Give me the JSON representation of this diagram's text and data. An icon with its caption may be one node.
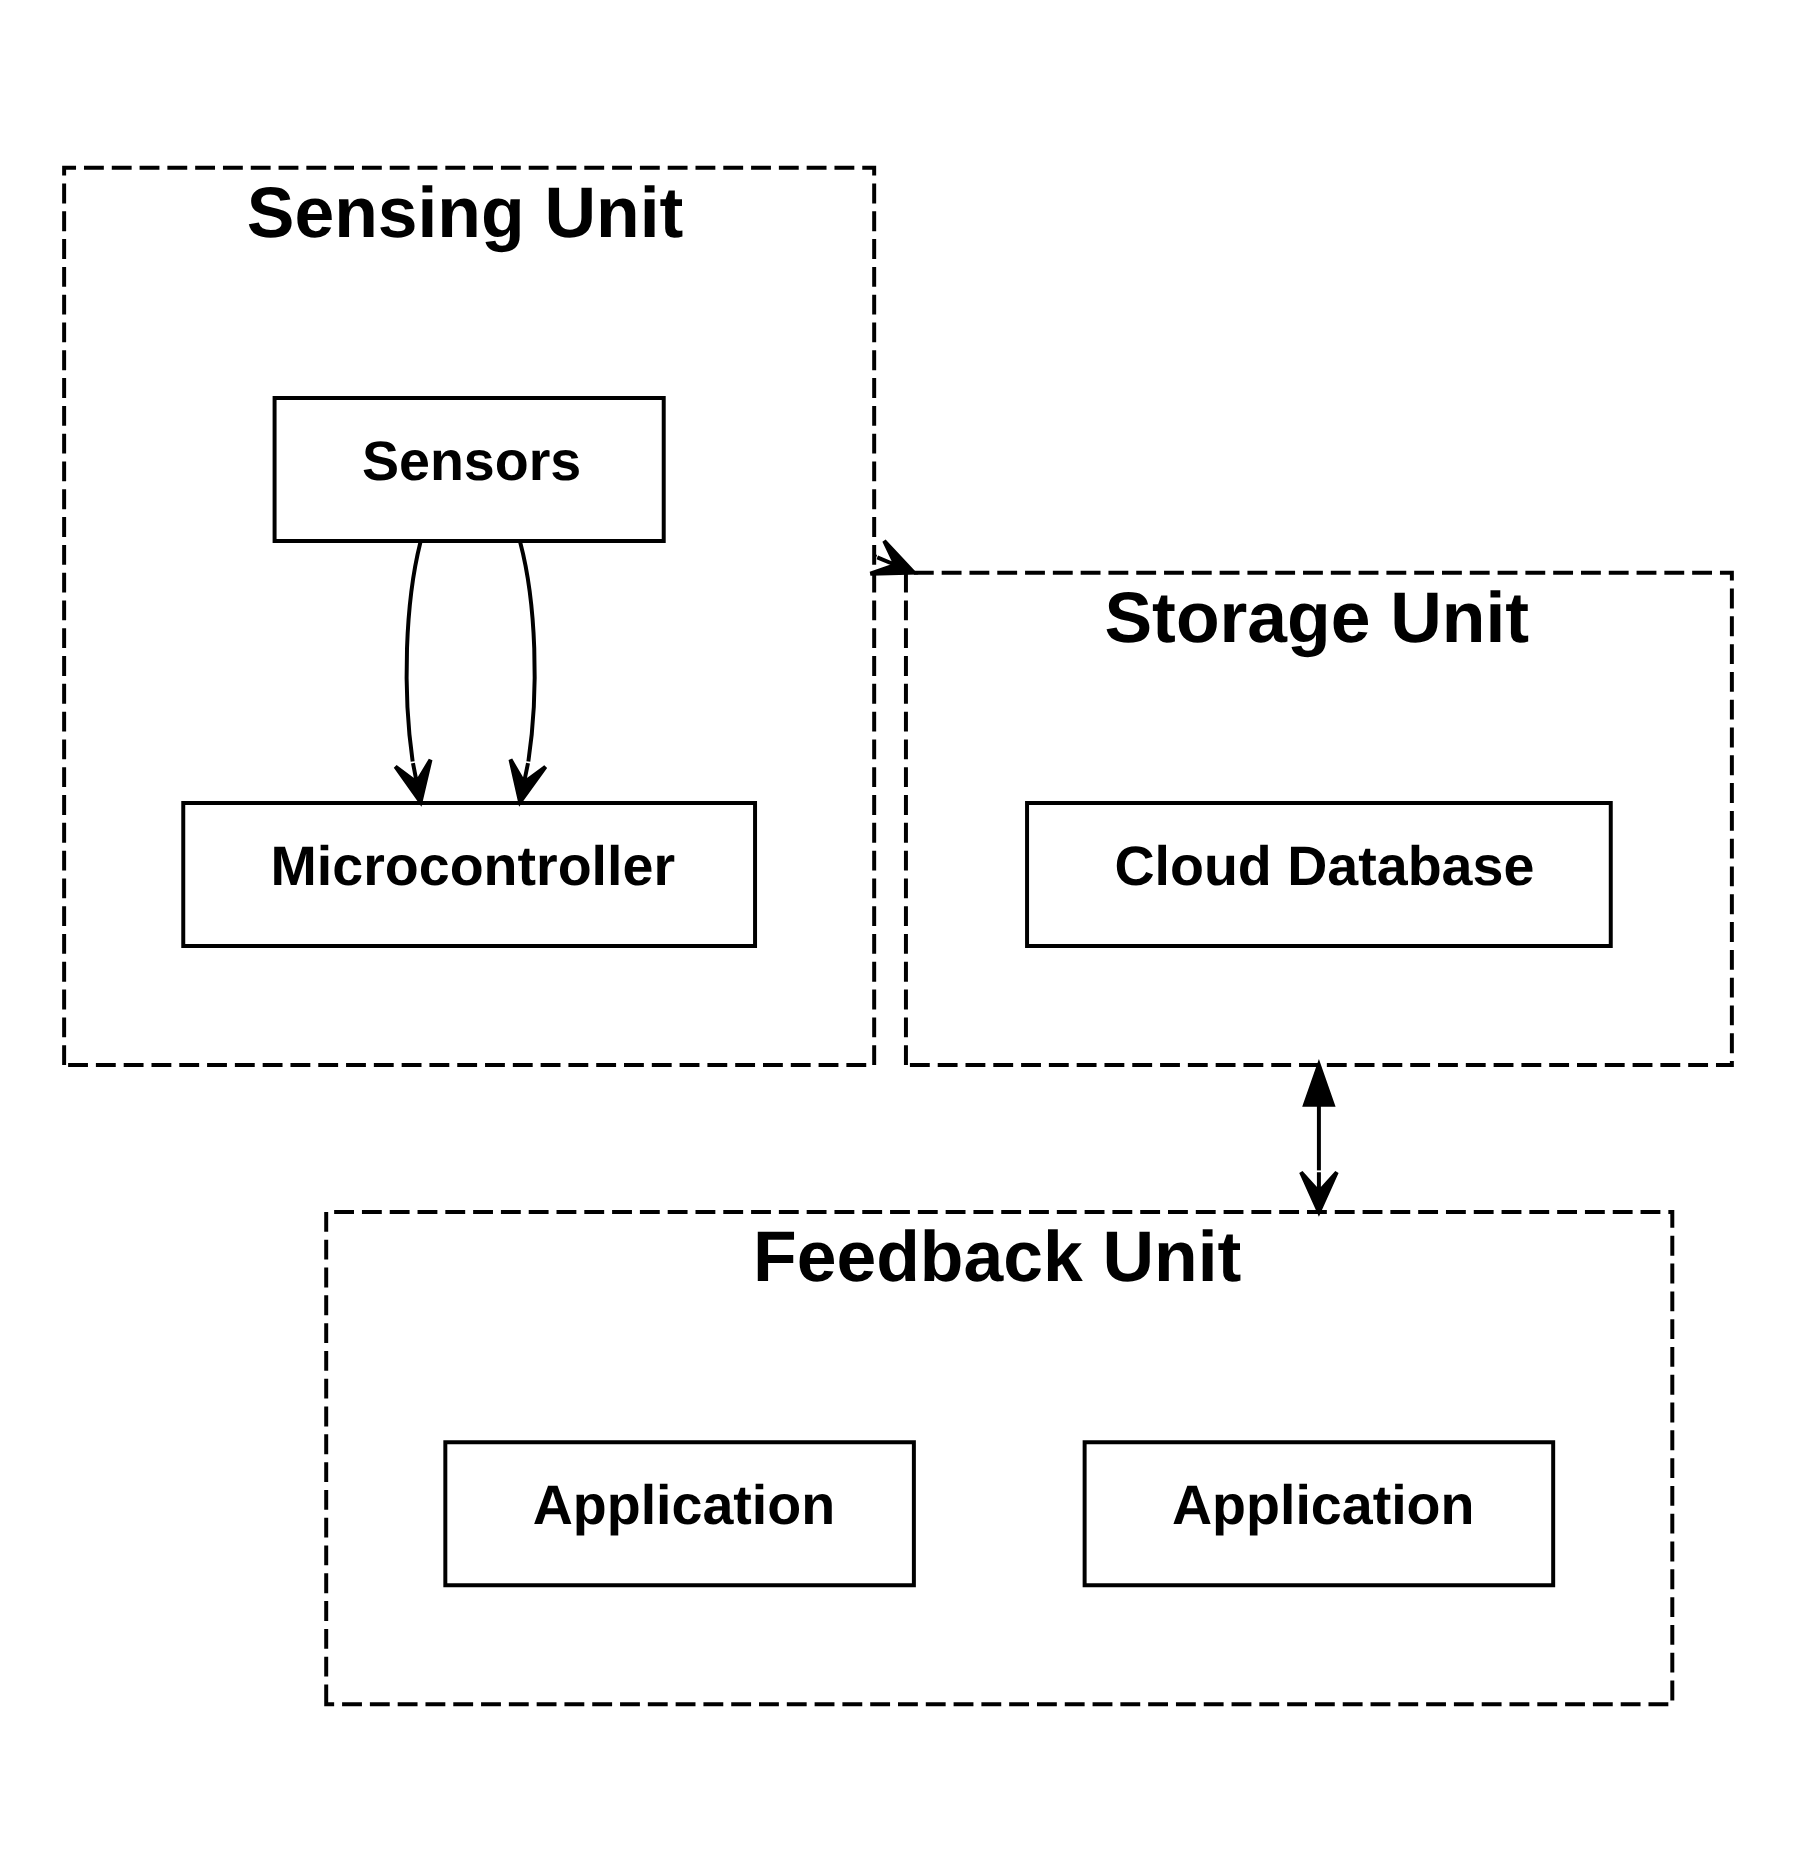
{
  "diagram": {
    "nodes": [
      {
        "text": [
          "Sensing Unit"
        ]
      },
      {
        "text": [
          "Sensors"
        ],
        "in": 0
      },
      {
        "text": [
          "Microcontroller"
        ],
        "in": 0
      },
      {
        "text": [
          "Storage Unit"
        ]
      },
      {
        "text": [
          "Cloud Database"
        ],
        "in": 3
      },
      {
        "text": [
          "Feedback Unit"
        ]
      },
      {
        "text": [
          "Application"
        ],
        "in": 5
      },
      {
        "text": [
          "Application"
        ],
        "in": 5
      }
    ],
    "edges": [
      {
        "from": 1,
        "to": 2,
        "arrow": "to"
      },
      {
        "from": 1,
        "to": 2,
        "arrow": "to"
      },
      {
        "from": 0,
        "to": 3,
        "arrow": "to"
      },
      {
        "from": 3,
        "to": 5,
        "arrow": "both"
      }
    ]
  }
}
